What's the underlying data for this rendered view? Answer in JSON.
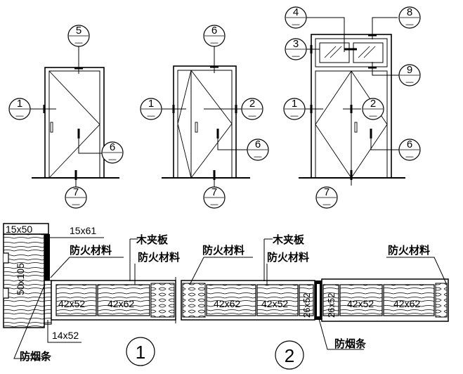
{
  "elevations": {
    "door_a": {
      "left": "1",
      "top": "5",
      "bottom": "7",
      "right": "6"
    },
    "door_b": {
      "top": "6",
      "left": "1",
      "right_upper": "2",
      "right_lower": "6",
      "bottom": "7"
    },
    "door_c": {
      "transom_left_upper": "4",
      "transom_left_lower": "3",
      "transom_right_upper": "8",
      "transom_right_lower": "9",
      "left": "1",
      "right_upper": "2",
      "right_lower": "6",
      "bottom": "7"
    },
    "index_sub": "—"
  },
  "section_1": {
    "number": "1",
    "labels": {
      "cap": "15x50",
      "trim": "15x61",
      "frame": "50x105",
      "fire_material": "防火材料",
      "plywood": "木夹板",
      "fire_material_2": "防火材料",
      "rail_a": "42x52",
      "rail_b": "42x62",
      "stop": "14x52",
      "smoke_seal": "防烟条"
    }
  },
  "section_2": {
    "number": "2",
    "labels": {
      "fire_material_left": "防火材料",
      "plywood": "木夹板",
      "fire_material_mid": "防火材料",
      "fire_material_right": "防火材料",
      "rail_a": "42x62",
      "rail_b": "42x52",
      "stile_left": "26x52",
      "stile_right": "26x52",
      "rail_c": "42x52",
      "rail_d": "42x62",
      "smoke_seal": "防烟条"
    }
  }
}
